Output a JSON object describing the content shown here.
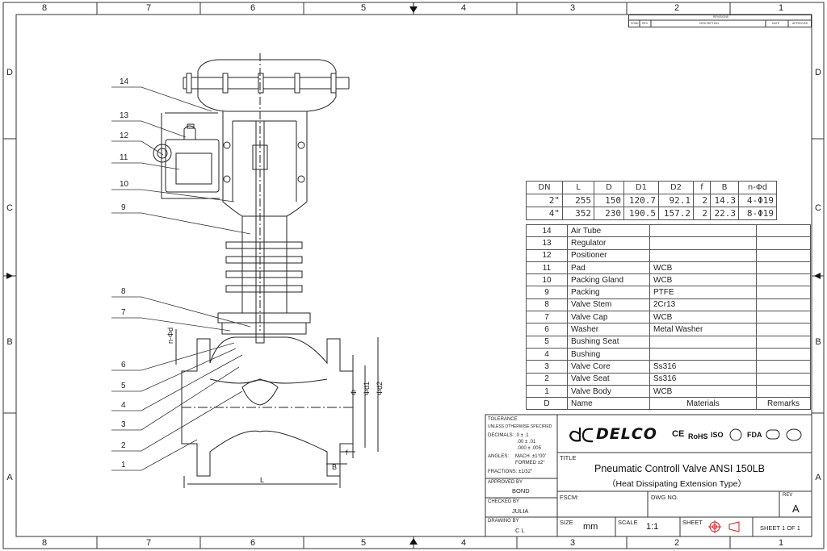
{
  "zones": {
    "top": [
      "8",
      "7",
      "6",
      "5",
      "4",
      "3",
      "2",
      "1"
    ],
    "bottom": [
      "8",
      "7",
      "6",
      "5",
      "4",
      "3",
      "2",
      "1"
    ],
    "left": [
      "D",
      "C",
      "B",
      "A"
    ],
    "right": [
      "D",
      "C",
      "B",
      "A"
    ]
  },
  "revisions": {
    "title": "REVISIONS",
    "cols": [
      "ZONE",
      "REV",
      "DESCRIPTION",
      "DATE",
      "APPROVED"
    ]
  },
  "callouts": [
    "14",
    "13",
    "12",
    "11",
    "10",
    "9",
    "8",
    "7",
    "6",
    "5",
    "4",
    "3",
    "2",
    "1"
  ],
  "dim_labels": {
    "n_phi_d": "n-Φd",
    "phi": "Φ",
    "phi_d1": "Φd1",
    "phi_d2": "Φd2",
    "f": "f",
    "B": "B",
    "L": "L"
  },
  "dimension_table": {
    "headers": [
      "DN",
      "L",
      "D",
      "D1",
      "D2",
      "f",
      "B",
      "n-Φd"
    ],
    "rows": [
      [
        "2\"",
        "255",
        "150",
        "120.7",
        "92.1",
        "2",
        "14.3",
        "4-Φ19"
      ],
      [
        "4\"",
        "352",
        "230",
        "190.5",
        "157.2",
        "2",
        "22.3",
        "8-Φ19"
      ]
    ]
  },
  "parts": [
    {
      "no": "14",
      "name": "Air Tube",
      "material": "",
      "remarks": ""
    },
    {
      "no": "13",
      "name": "Regulator",
      "material": "",
      "remarks": ""
    },
    {
      "no": "12",
      "name": "Positioner",
      "material": "",
      "remarks": ""
    },
    {
      "no": "11",
      "name": "Pad",
      "material": "WCB",
      "remarks": ""
    },
    {
      "no": "10",
      "name": "Packing Gland",
      "material": "WCB",
      "remarks": ""
    },
    {
      "no": "9",
      "name": "Packing",
      "material": "PTFE",
      "remarks": ""
    },
    {
      "no": "8",
      "name": "Valve Stem",
      "material": "2Cr13",
      "remarks": ""
    },
    {
      "no": "7",
      "name": "Valve Cap",
      "material": "WCB",
      "remarks": ""
    },
    {
      "no": "6",
      "name": "Washer",
      "material": "Metal Washer",
      "remarks": ""
    },
    {
      "no": "5",
      "name": "Bushing Seat",
      "material": "",
      "remarks": ""
    },
    {
      "no": "4",
      "name": "Bushing",
      "material": "",
      "remarks": ""
    },
    {
      "no": "3",
      "name": "Valve Core",
      "material": "Ss316",
      "remarks": ""
    },
    {
      "no": "2",
      "name": "Valve Seat",
      "material": "Ss316",
      "remarks": ""
    },
    {
      "no": "1",
      "name": "Valve Body",
      "material": "WCB",
      "remarks": ""
    }
  ],
  "parts_header": {
    "no": "D",
    "name": "Name",
    "material": "Materials",
    "remarks": "Remarks"
  },
  "title_block": {
    "tolerance": "TOLERANCE",
    "unless": "UNLESS OTHERWISE SPECIFIED",
    "decimals_label": "DECIMALS:",
    "decimals_1": ".0 ± .1",
    "decimals_2": ".00 ± .01",
    "decimals_3": ".000 ± .005",
    "angles_label": "ANGLES:",
    "angles_1": "MACH. ±1°00'",
    "angles_2": "FORMED ±2°",
    "fractions": "FRACTIONS: ±1/32\"",
    "approved_by_label": "APPROVED BY",
    "approved_by": "BOND",
    "checked_by_label": "CHECKED BY",
    "checked_by": "JULIA",
    "drawing_by_label": "DRAWING BY",
    "drawing_by": "C L",
    "brand": "DELCO",
    "certs": [
      "CE",
      "RoHS",
      "ISO",
      "FDA"
    ],
    "title_label": "TITLE",
    "title_line1": "Pneumatic Controll Valve ANSI 150LB",
    "title_line2": "（Heat Dissipating Extension Type）",
    "fscm_label": "FSCM:",
    "dwg_label": "DWG NO.",
    "rev_label": "REV",
    "rev": "A",
    "size_label": "SIZE",
    "size": "mm",
    "scale_label": "SCALE",
    "scale": "1:1",
    "sheet_label": "SHEET",
    "sheet": "SHEET 1 OF 1"
  }
}
